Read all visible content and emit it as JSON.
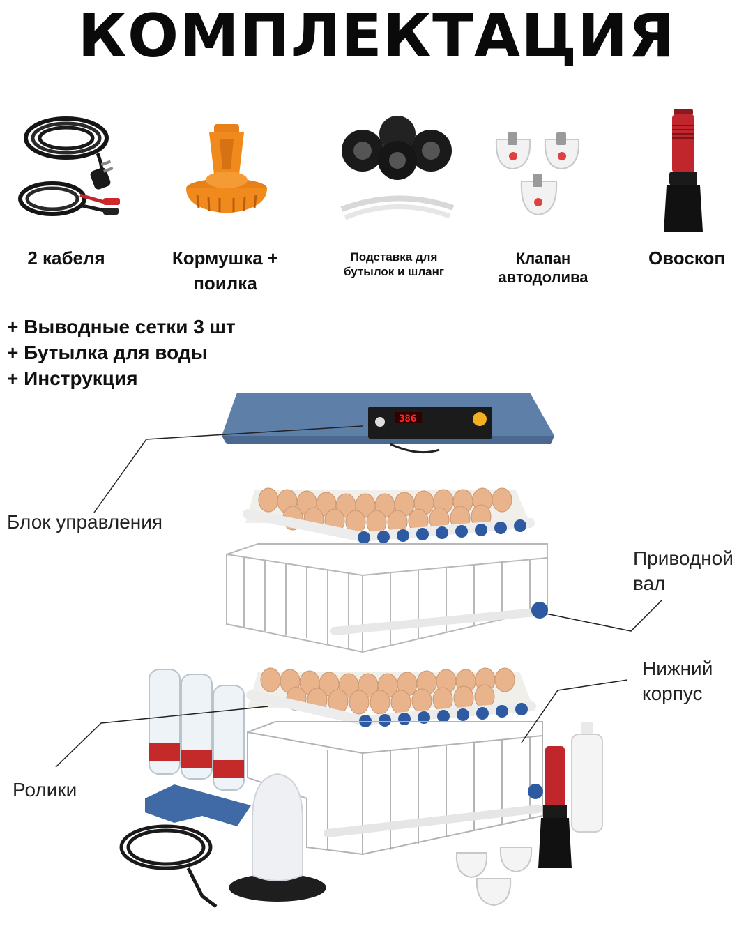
{
  "title": "КОМПЛЕКТАЦИЯ",
  "items": [
    {
      "icon": "cables-icon",
      "label": "2 кабеля"
    },
    {
      "icon": "feeder-icon",
      "label": "Кормушка + поилка"
    },
    {
      "icon": "bottle-stand-icon",
      "label": "Подставка для бутылок и шланг"
    },
    {
      "icon": "valve-icon",
      "label": "Клапан автодолива"
    },
    {
      "icon": "ovoscope-icon",
      "label": "Овоскоп"
    }
  ],
  "extras": [
    "+ Выводные сетки 3 шт",
    "+ Бутылка для воды",
    "+ Инструкция"
  ],
  "callouts": {
    "control_unit": "Блок управления",
    "drive_shaft": "Приводной вал",
    "lower_body": "Нижний корпус",
    "rollers": "Ролики"
  },
  "display": {
    "readout": "386"
  },
  "colors": {
    "lid_blue": "#5d7fa8",
    "roller_blue": "#2d5aa0",
    "egg": "#e9b48c",
    "feeder_orange": "#f08a1c",
    "ovoscope_red": "#c0262c"
  }
}
